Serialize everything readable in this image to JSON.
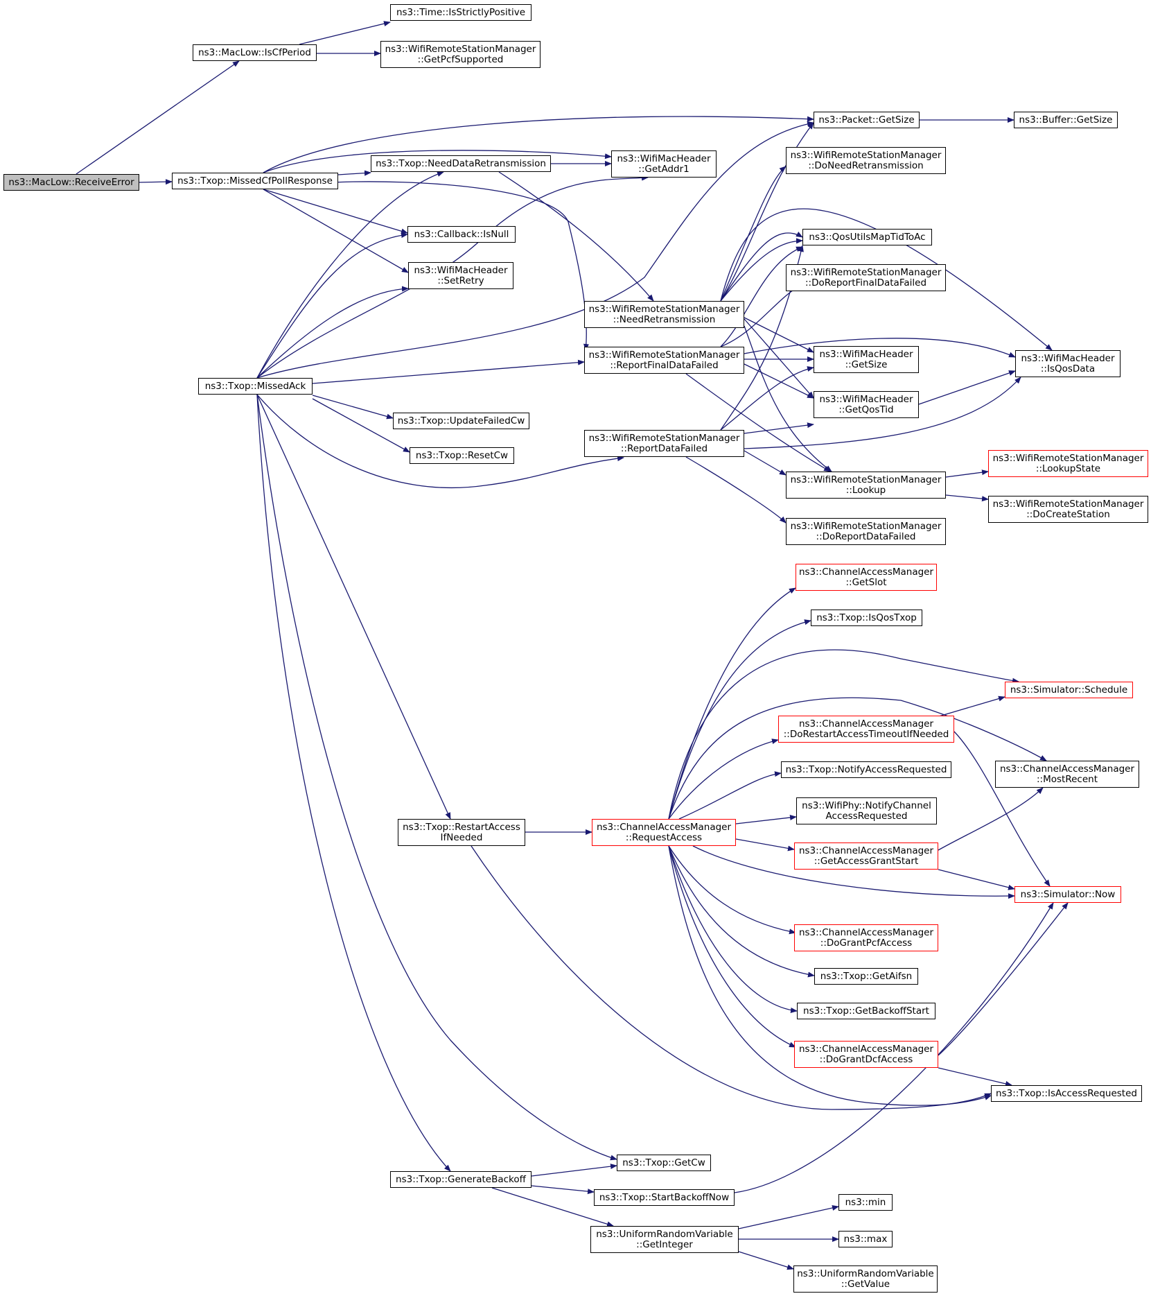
{
  "colors": {
    "edge": "#191970",
    "node_border": "#000000",
    "node_border_truncated": "#ff0000",
    "root_fill": "#bfbfbf"
  },
  "nodes": {
    "receive_error": {
      "l1": "ns3::MacLow::ReceiveError"
    },
    "is_cf_period": {
      "l1": "ns3::MacLow::IsCfPeriod"
    },
    "is_strictly_positive": {
      "l1": "ns3::Time::IsStrictlyPositive"
    },
    "get_pcf_supported": {
      "l1": "ns3::WifiRemoteStationManager",
      "l2": "::GetPcfSupported"
    },
    "missed_cf_poll_response": {
      "l1": "ns3::Txop::MissedCfPollResponse"
    },
    "packet_get_size": {
      "l1": "ns3::Packet::GetSize"
    },
    "buffer_get_size": {
      "l1": "ns3::Buffer::GetSize"
    },
    "need_data_retransmission": {
      "l1": "ns3::Txop::NeedDataRetransmission"
    },
    "get_addr1": {
      "l1": "ns3::WifiMacHeader",
      "l2": "::GetAddr1"
    },
    "do_need_retransmission": {
      "l1": "ns3::WifiRemoteStationManager",
      "l2": "::DoNeedRetransmission"
    },
    "callback_is_null": {
      "l1": "ns3::Callback::IsNull"
    },
    "qos_utils_map": {
      "l1": "ns3::QosUtilsMapTidToAc"
    },
    "set_retry": {
      "l1": "ns3::WifiMacHeader",
      "l2": "::SetRetry"
    },
    "do_report_final_data_failed": {
      "l1": "ns3::WifiRemoteStationManager",
      "l2": "::DoReportFinalDataFailed"
    },
    "need_retransmission": {
      "l1": "ns3::WifiRemoteStationManager",
      "l2": "::NeedRetransmission"
    },
    "report_final_data_failed": {
      "l1": "ns3::WifiRemoteStationManager",
      "l2": "::ReportFinalDataFailed"
    },
    "header_get_size": {
      "l1": "ns3::WifiMacHeader",
      "l2": "::GetSize"
    },
    "is_qos_data": {
      "l1": "ns3::WifiMacHeader",
      "l2": "::IsQosData"
    },
    "missed_ack": {
      "l1": "ns3::Txop::MissedAck"
    },
    "get_qos_tid": {
      "l1": "ns3::WifiMacHeader",
      "l2": "::GetQosTid"
    },
    "update_failed_cw": {
      "l1": "ns3::Txop::UpdateFailedCw"
    },
    "report_data_failed": {
      "l1": "ns3::WifiRemoteStationManager",
      "l2": "::ReportDataFailed"
    },
    "reset_cw": {
      "l1": "ns3::Txop::ResetCw"
    },
    "lookup_state": {
      "l1": "ns3::WifiRemoteStationManager",
      "l2": "::LookupState"
    },
    "lookup": {
      "l1": "ns3::WifiRemoteStationManager",
      "l2": "::Lookup"
    },
    "do_create_station": {
      "l1": "ns3::WifiRemoteStationManager",
      "l2": "::DoCreateStation"
    },
    "do_report_data_failed": {
      "l1": "ns3::WifiRemoteStationManager",
      "l2": "::DoReportDataFailed"
    },
    "get_slot": {
      "l1": "ns3::ChannelAccessManager",
      "l2": "::GetSlot"
    },
    "is_qos_txop": {
      "l1": "ns3::Txop::IsQosTxop"
    },
    "simulator_schedule": {
      "l1": "ns3::Simulator::Schedule"
    },
    "do_restart_access_timeout": {
      "l1": "ns3::ChannelAccessManager",
      "l2": "::DoRestartAccessTimeoutIfNeeded"
    },
    "notify_access_requested": {
      "l1": "ns3::Txop::NotifyAccessRequested"
    },
    "most_recent": {
      "l1": "ns3::ChannelAccessManager",
      "l2": "::MostRecent"
    },
    "wifiphy_notify_channel": {
      "l1": "ns3::WifiPhy::NotifyChannel",
      "l2": "AccessRequested"
    },
    "restart_access_if_needed": {
      "l1": "ns3::Txop::RestartAccess",
      "l2": "IfNeeded"
    },
    "request_access": {
      "l1": "ns3::ChannelAccessManager",
      "l2": "::RequestAccess"
    },
    "get_access_grant_start": {
      "l1": "ns3::ChannelAccessManager",
      "l2": "::GetAccessGrantStart"
    },
    "simulator_now": {
      "l1": "ns3::Simulator::Now"
    },
    "do_grant_pcf_access": {
      "l1": "ns3::ChannelAccessManager",
      "l2": "::DoGrantPcfAccess"
    },
    "get_aifsn": {
      "l1": "ns3::Txop::GetAifsn"
    },
    "get_backoff_start": {
      "l1": "ns3::Txop::GetBackoffStart"
    },
    "do_grant_dcf_access": {
      "l1": "ns3::ChannelAccessManager",
      "l2": "::DoGrantDcfAccess"
    },
    "is_access_requested": {
      "l1": "ns3::Txop::IsAccessRequested"
    },
    "get_cw": {
      "l1": "ns3::Txop::GetCw"
    },
    "generate_backoff": {
      "l1": "ns3::Txop::GenerateBackoff"
    },
    "start_backoff_now": {
      "l1": "ns3::Txop::StartBackoffNow"
    },
    "min": {
      "l1": "ns3::min"
    },
    "get_integer": {
      "l1": "ns3::UniformRandomVariable",
      "l2": "::GetInteger"
    },
    "max": {
      "l1": "ns3::max"
    },
    "get_value": {
      "l1": "ns3::UniformRandomVariable",
      "l2": "::GetValue"
    }
  }
}
